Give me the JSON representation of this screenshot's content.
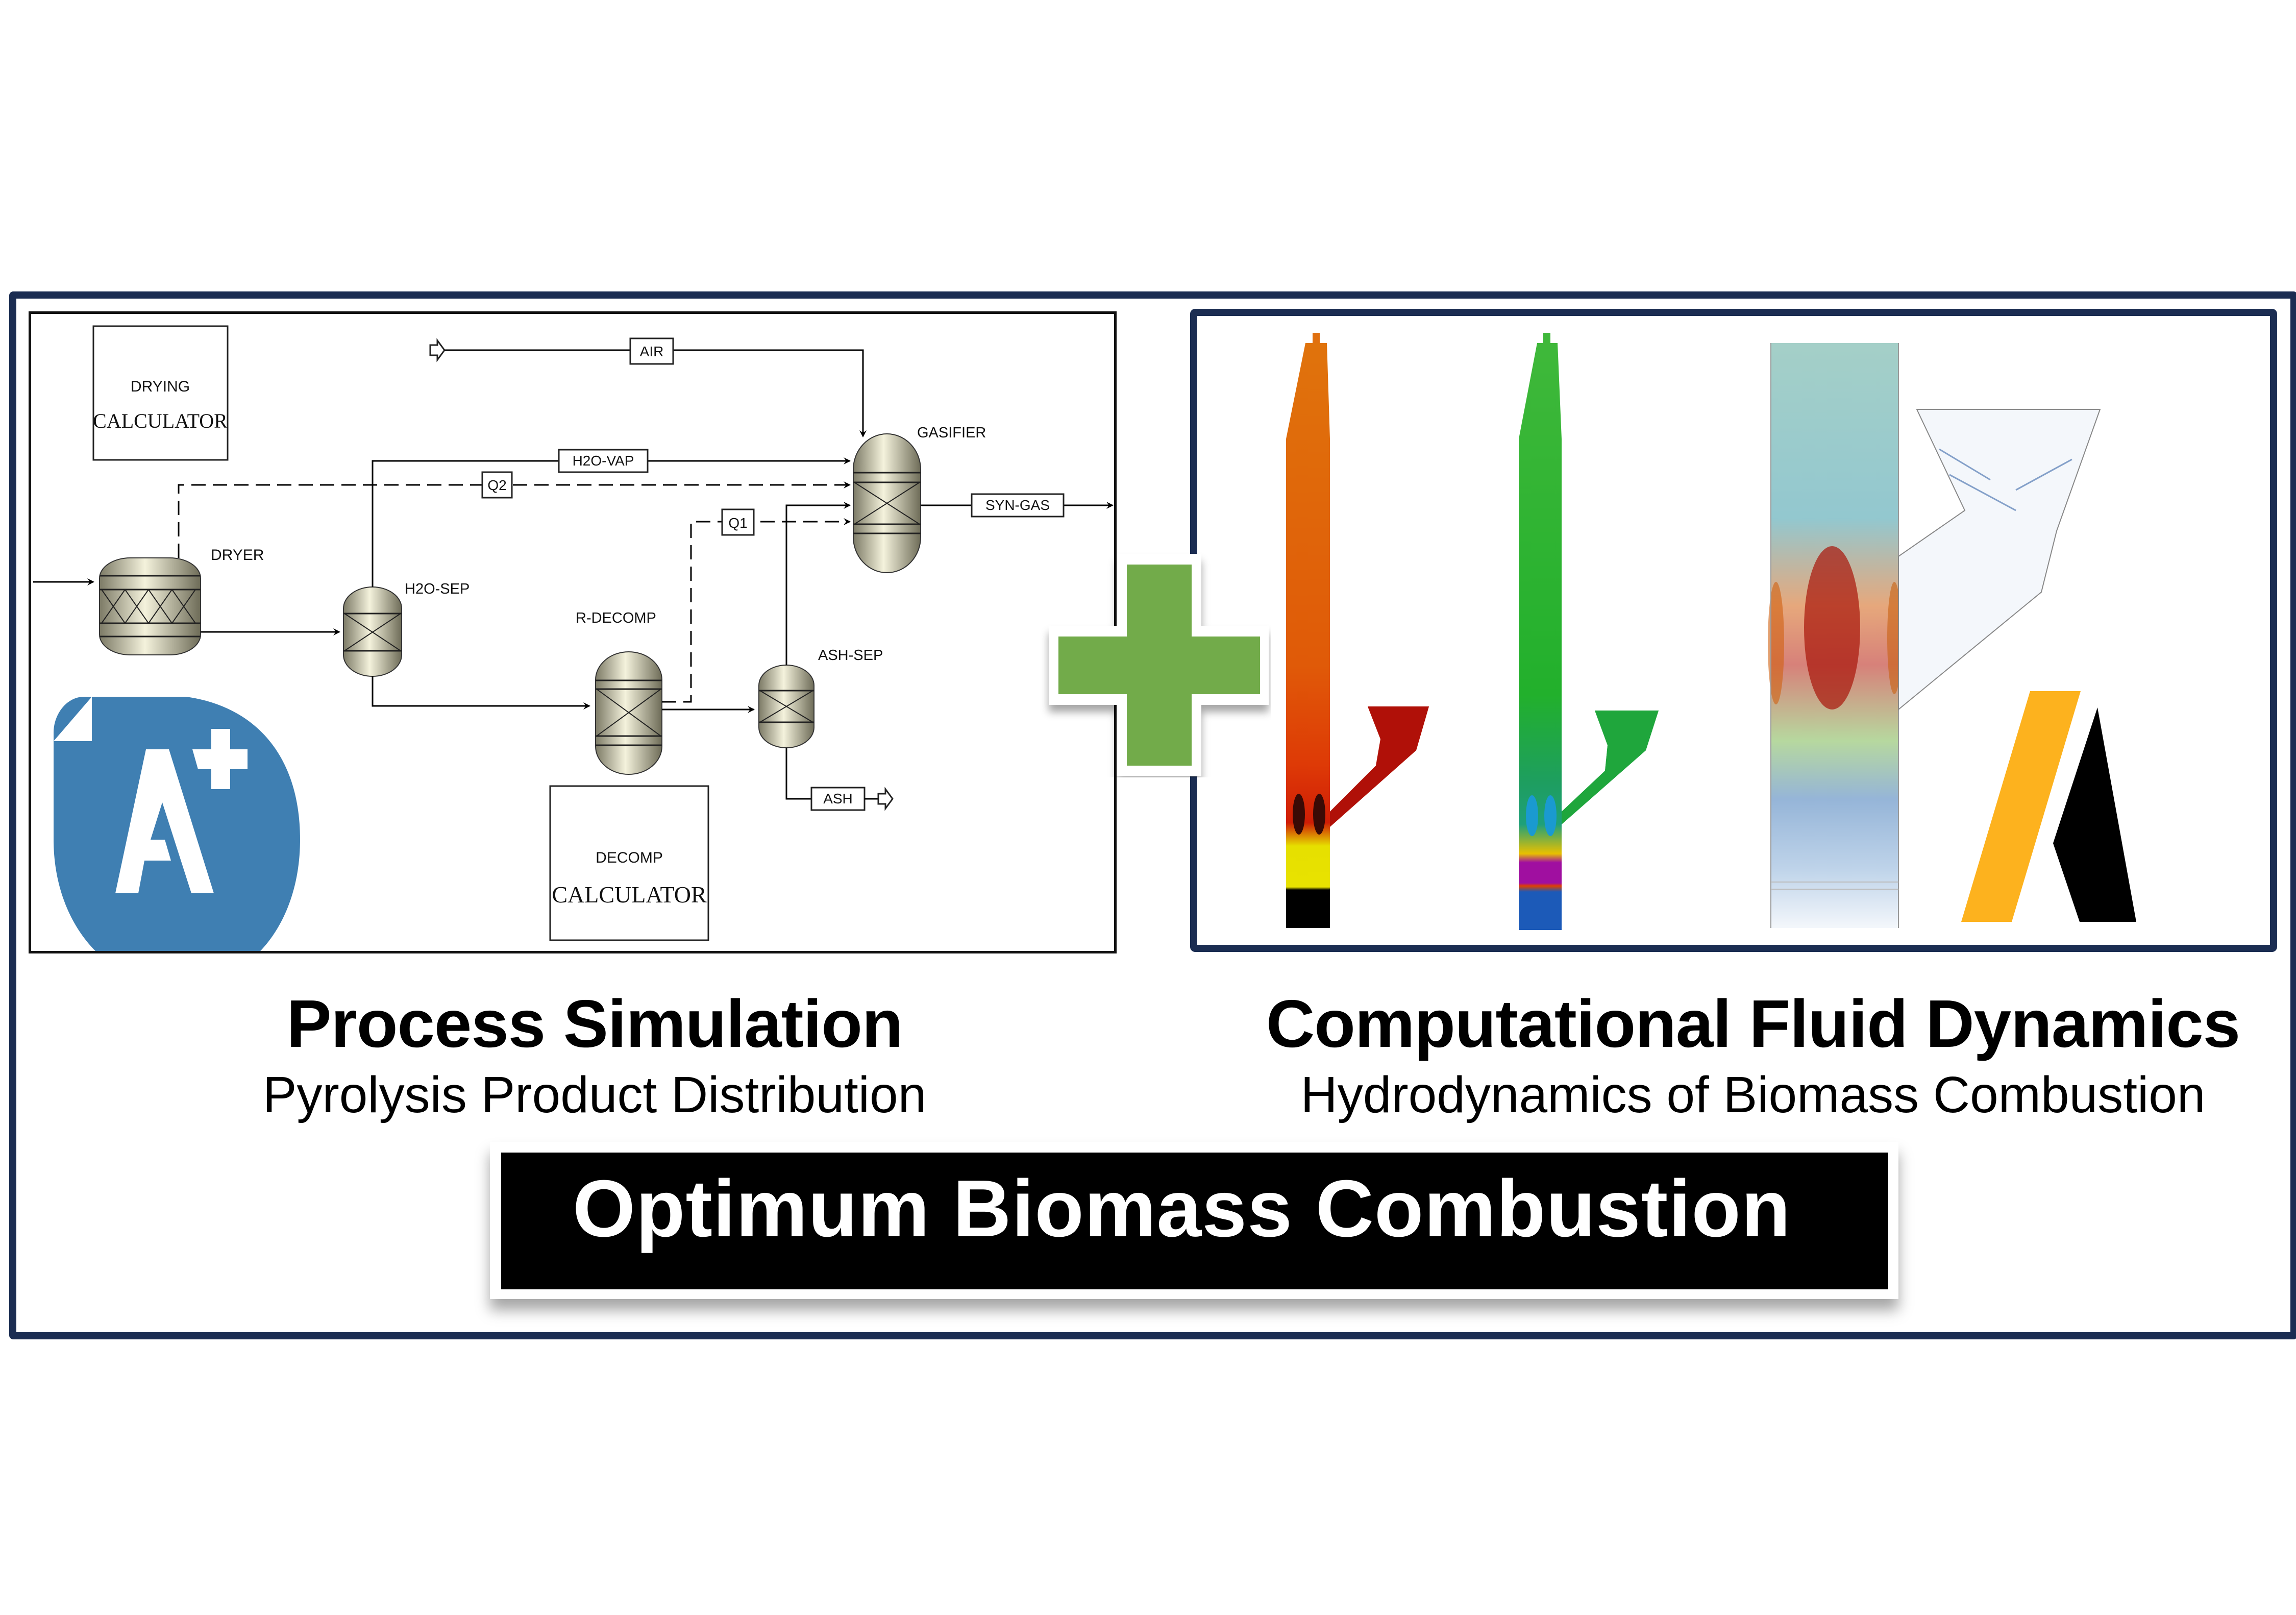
{
  "flowsheet": {
    "blocks": [
      {
        "id": "dryer",
        "label": "DRYER"
      },
      {
        "id": "h2o-sep",
        "label": "H2O-SEP"
      },
      {
        "id": "r-decomp",
        "label": "R-DECOMP"
      },
      {
        "id": "ash-sep",
        "label": "ASH-SEP"
      },
      {
        "id": "gasifier",
        "label": "GASIFIER"
      }
    ],
    "streams": {
      "air": "AIR",
      "h2o_vap": "H2O-VAP",
      "q2": "Q2",
      "q1": "Q1",
      "syn_gas": "SYN-GAS",
      "ash": "ASH"
    },
    "calculators": [
      {
        "name": "DRYING",
        "type": "CALCULATOR"
      },
      {
        "name": "DECOMP",
        "type": "CALCULATOR"
      }
    ]
  },
  "logos": {
    "left": {
      "icon": "aspen-plus-logo",
      "glyph": "A",
      "superscript": "+",
      "color": "#3f7fb2"
    },
    "right": {
      "icon": "ansys-logo",
      "colors": [
        "#fdb21e",
        "#000000"
      ]
    }
  },
  "plus_sign": {
    "icon": "plus-icon",
    "color": "#72ab4a"
  },
  "cfd": {
    "panels": [
      {
        "id": "temperature-contour",
        "scheme": "orange-red"
      },
      {
        "id": "species-contour",
        "scheme": "green-blue"
      },
      {
        "id": "velocity-vectors",
        "scheme": "rainbow"
      }
    ]
  },
  "sections": {
    "left": {
      "title": "Process Simulation",
      "subtitle": "Pyrolysis Product Distribution"
    },
    "right": {
      "title": "Computational Fluid Dynamics",
      "subtitle": "Hydrodynamics of Biomass Combustion"
    }
  },
  "banner": {
    "text": "Optimum Biomass Combustion"
  },
  "colors": {
    "frame": "#1b2d52",
    "plus": "#72ab4a",
    "aspen_blue": "#3f7fb2"
  }
}
